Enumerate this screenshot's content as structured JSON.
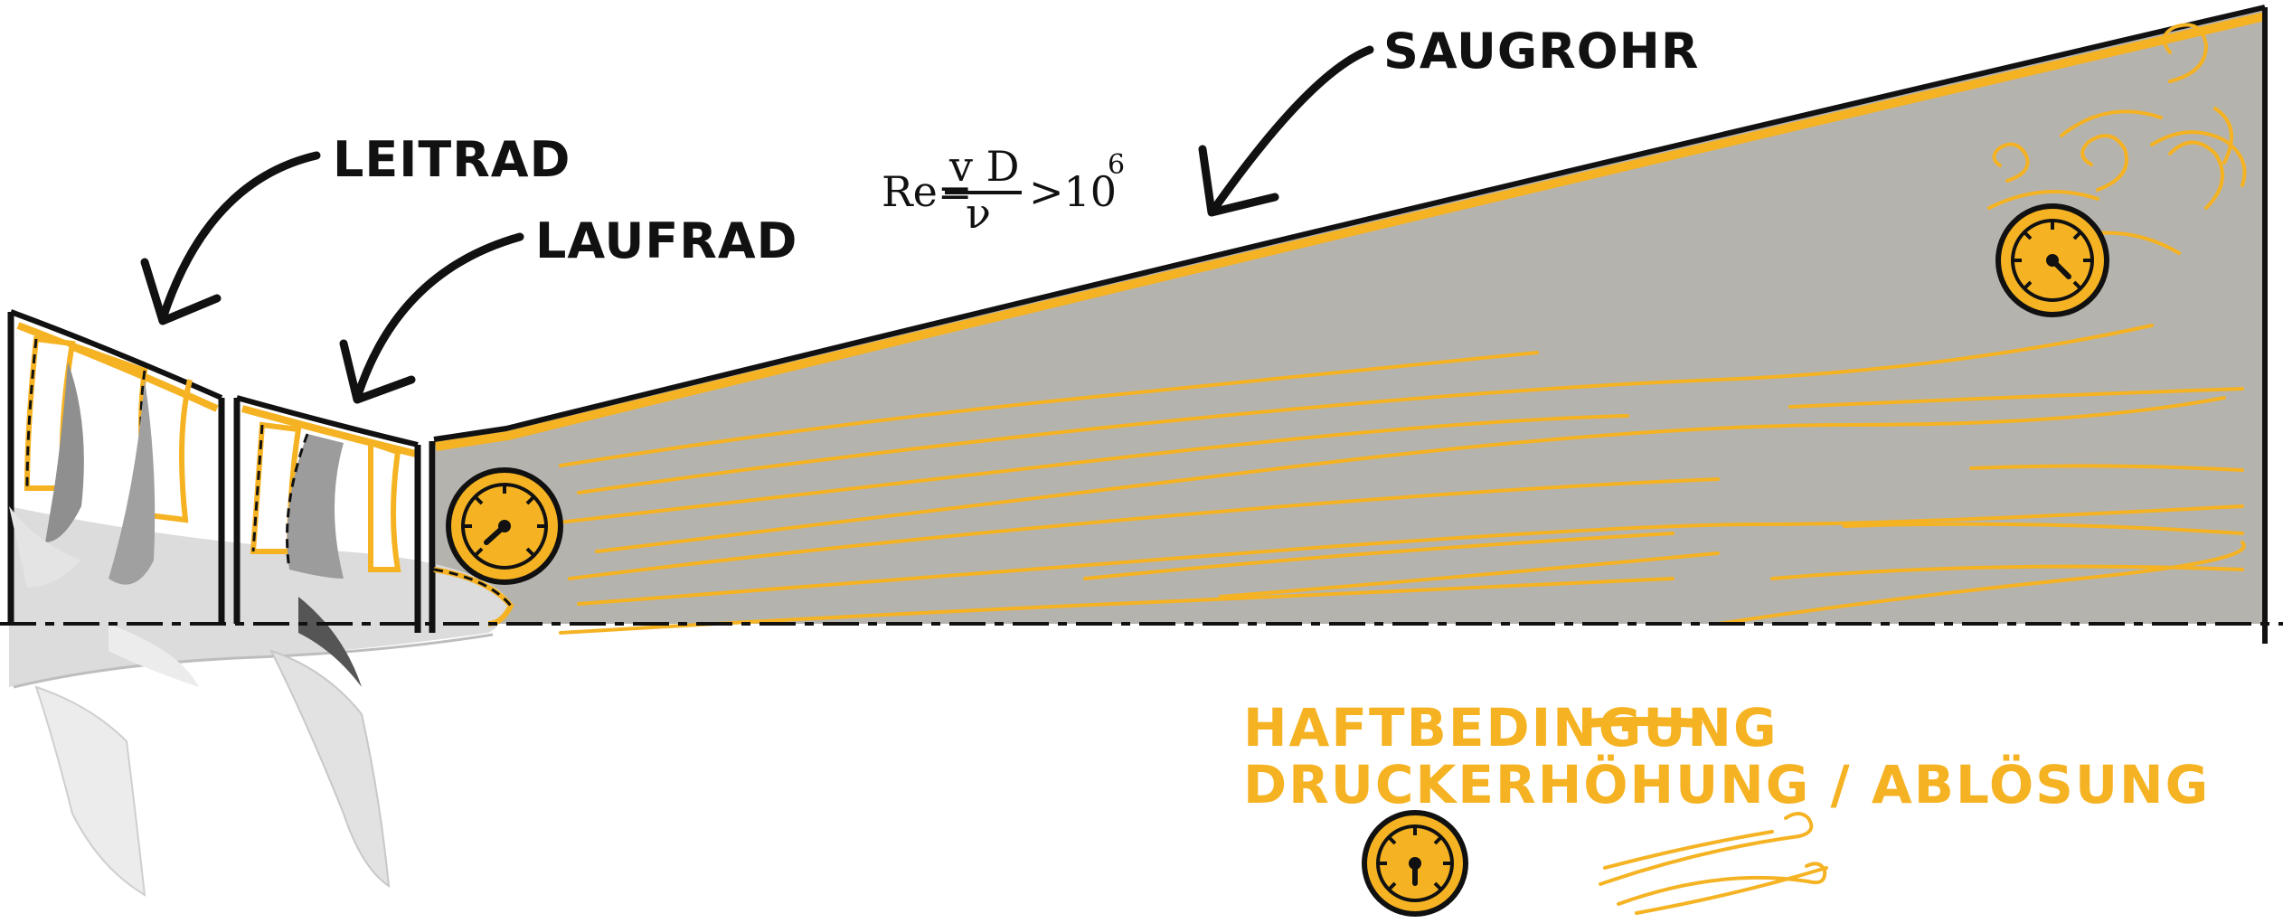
{
  "labels": {
    "leitrad": "LEITRAD",
    "laufrad": "LAUFRAD",
    "saugrohr": "SAUGROHR"
  },
  "formula": {
    "lhs": "Re=",
    "numerator": "v D",
    "denominator": "ν",
    "relation": ">10",
    "exponent": "6"
  },
  "legend": {
    "line1": "HAFTBEDINGUNG",
    "line2": "DRUCKERHÖHUNG / ABLÖSUNG"
  },
  "colors": {
    "accent": "#f5b323",
    "duct_fill": "#b5b3ae",
    "ink": "#111111",
    "hub": "#dcdcdc"
  },
  "icons": [
    "pressure-gauge-icon",
    "arrow-icon",
    "flow-lines-icon",
    "turbulence-swirl-icon"
  ]
}
